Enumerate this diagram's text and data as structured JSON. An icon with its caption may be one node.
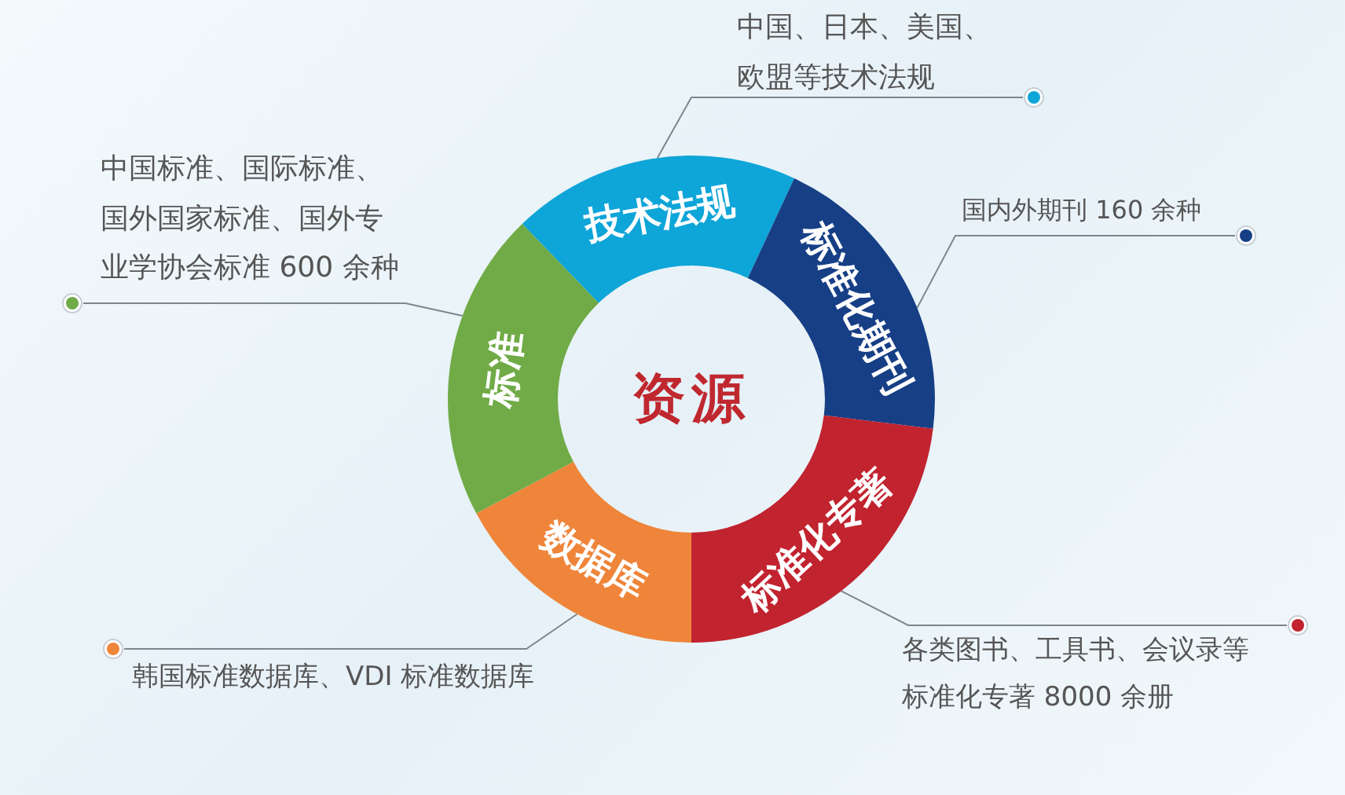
{
  "diagram": {
    "nodes": [
      {
        "text": [
          "资源"
        ]
      },
      {
        "text": [
          "技术法规"
        ]
      },
      {
        "text": [
          "标准化期刊"
        ]
      },
      {
        "text": [
          "标准化专著"
        ]
      },
      {
        "text": [
          "数据库"
        ]
      },
      {
        "text": [
          "标准"
        ]
      },
      {
        "text": [
          "中国、日本、美国、欧盟等技术法规"
        ]
      },
      {
        "text": [
          "国内外期刊 160 余种"
        ]
      },
      {
        "text": [
          "中国标准、国际标准、国外国家标准、国外专业学协会标准 600 余种"
        ]
      },
      {
        "text": [
          "各类图书、工具书、会议录等标准化专著 8000 余册"
        ]
      },
      {
        "text": [
          "韩国标准数据库、VDI 标准数据库"
        ]
      }
    ],
    "edges": [
      {
        "from": 1,
        "to": 6,
        "arrow": "none"
      },
      {
        "from": 2,
        "to": 7,
        "arrow": "none"
      },
      {
        "from": 5,
        "to": 8,
        "arrow": "none"
      },
      {
        "from": 3,
        "to": 9,
        "arrow": "none"
      },
      {
        "from": 4,
        "to": 10,
        "arrow": "none"
      }
    ]
  }
}
